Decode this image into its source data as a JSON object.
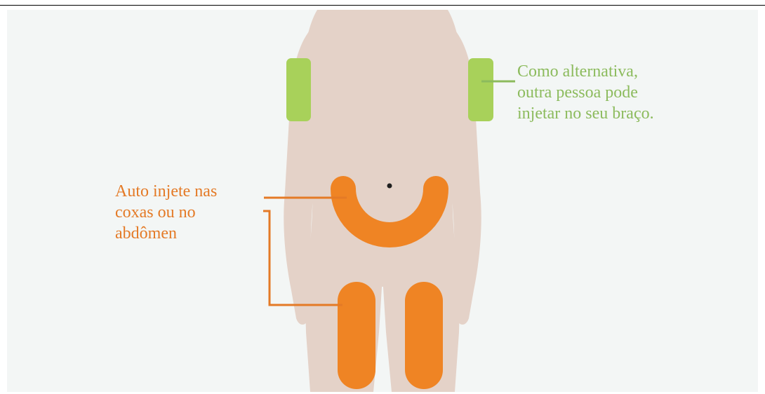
{
  "diagram": {
    "arm_note": {
      "lines": [
        "Como alternativa,",
        "outra pessoa pode",
        "injetar no seu braço."
      ],
      "color": "#8cbb5d"
    },
    "self_note": {
      "lines": [
        "Auto injete nas",
        "coxas ou no",
        "abdômen"
      ],
      "color": "#e47a26"
    },
    "colors": {
      "body": "#e4d2c8",
      "arm_zone": "#a8d15a",
      "self_zone": "#ef8424",
      "navel": "#1f1f1f",
      "background": "#f3f6f5"
    }
  }
}
